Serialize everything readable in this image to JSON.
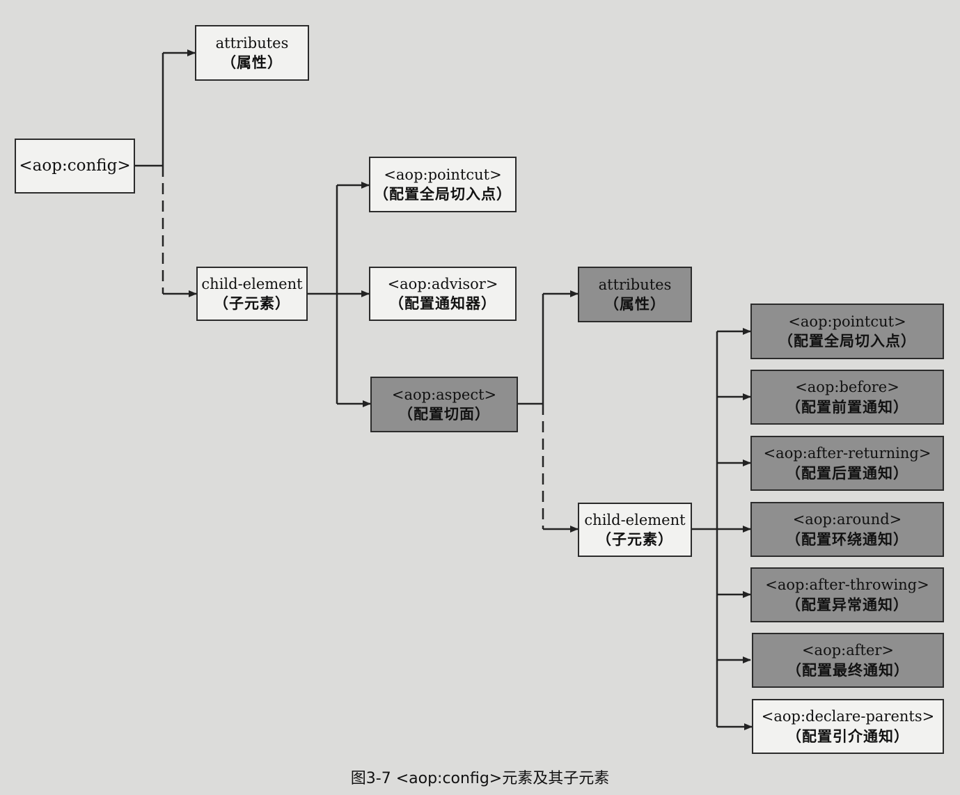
{
  "figure": {
    "caption": "图3-7  <aop:config>元素及其子元素"
  },
  "nodes": {
    "config": {
      "line1": "<aop:config>",
      "line2": ""
    },
    "config_attributes": {
      "line1": "attributes",
      "line2": "（属性）"
    },
    "config_child": {
      "line1": "child-element",
      "line2": "（子元素）"
    },
    "pointcut_global": {
      "line1": "<aop:pointcut>",
      "line2": "（配置全局切入点）"
    },
    "advisor": {
      "line1": "<aop:advisor>",
      "line2": "（配置通知器）"
    },
    "aspect": {
      "line1": "<aop:aspect>",
      "line2": "（配置切面）"
    },
    "aspect_attributes": {
      "line1": "attributes",
      "line2": "（属性）"
    },
    "aspect_child": {
      "line1": "child-element",
      "line2": "（子元素）"
    },
    "aspect_pointcut": {
      "line1": "<aop:pointcut>",
      "line2": "（配置全局切入点）"
    },
    "before": {
      "line1": "<aop:before>",
      "line2": "（配置前置通知）"
    },
    "after_returning": {
      "line1": "<aop:after-returning>",
      "line2": "（配置后置通知）"
    },
    "around": {
      "line1": "<aop:around>",
      "line2": "（配置环绕通知）"
    },
    "after_throwing": {
      "line1": "<aop:after-throwing>",
      "line2": "（配置异常通知）"
    },
    "after": {
      "line1": "<aop:after>",
      "line2": "（配置最终通知）"
    },
    "declare_parents": {
      "line1": "<aop:declare-parents>",
      "line2": "（配置引介通知）"
    }
  },
  "colors": {
    "light_box": "#f2f2f0",
    "dark_box": "#8f8f8f",
    "line": "#222222",
    "page": "#dcdcda"
  }
}
